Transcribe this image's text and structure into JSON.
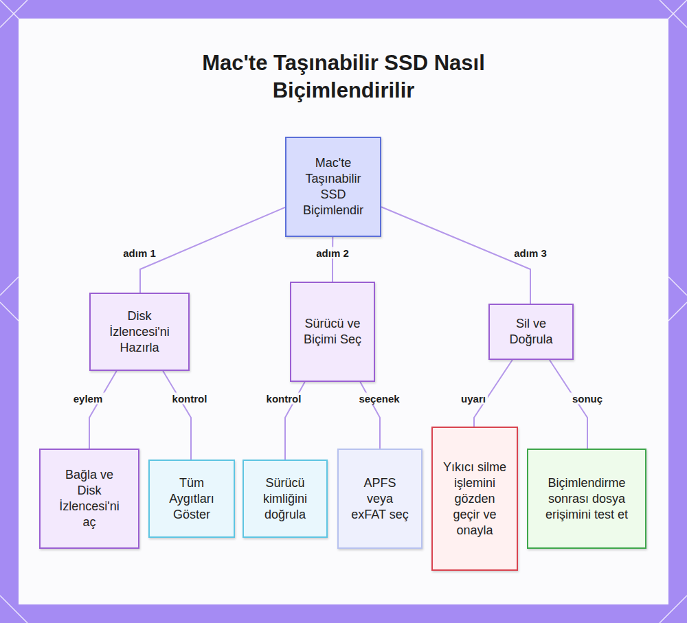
{
  "diagram": {
    "title": "Mac'te Taşınabilir SSD Nasıl Biçimlendirilir",
    "nodes": [
      {
        "text": [
          "Mac'te Taşınabilir SSD Biçimlendir"
        ]
      },
      {
        "text": [
          "Disk İzlencesi'ni Hazırla"
        ]
      },
      {
        "text": [
          "Sürücü ve Biçimi Seç"
        ]
      },
      {
        "text": [
          "Sil ve Doğrula"
        ]
      },
      {
        "text": [
          "Bağla ve Disk İzlencesi'ni aç"
        ]
      },
      {
        "text": [
          "Tüm Aygıtları Göster"
        ]
      },
      {
        "text": [
          "Sürücü kimliğini doğrula"
        ]
      },
      {
        "text": [
          "APFS veya exFAT seç"
        ]
      },
      {
        "text": [
          "Yıkıcı silme işlemini gözden geçir ve onayla"
        ]
      },
      {
        "text": [
          "Biçimlendirme sonrası dosya erişimini test et"
        ]
      }
    ],
    "edges": [
      {
        "from": 0,
        "to": 1,
        "label": "adım 1",
        "arrow": "none"
      },
      {
        "from": 0,
        "to": 2,
        "label": "adım 2",
        "arrow": "none"
      },
      {
        "from": 0,
        "to": 3,
        "label": "adım 3",
        "arrow": "none"
      },
      {
        "from": 1,
        "to": 4,
        "label": "eylem",
        "arrow": "none"
      },
      {
        "from": 1,
        "to": 5,
        "label": "kontrol",
        "arrow": "none"
      },
      {
        "from": 2,
        "to": 6,
        "label": "kontrol",
        "arrow": "none"
      },
      {
        "from": 2,
        "to": 7,
        "label": "seçenek",
        "arrow": "none"
      },
      {
        "from": 3,
        "to": 8,
        "label": "uyarı",
        "arrow": "none"
      },
      {
        "from": 3,
        "to": 9,
        "label": "sonuç",
        "arrow": "none"
      }
    ]
  }
}
